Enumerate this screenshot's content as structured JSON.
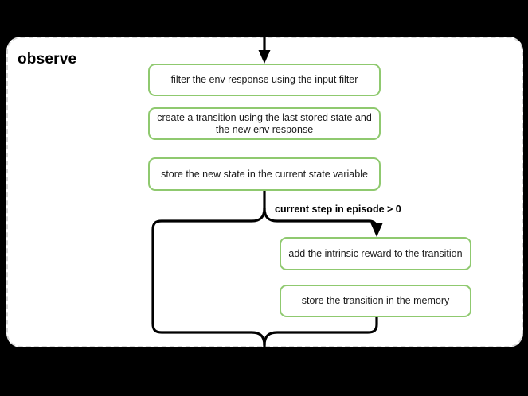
{
  "diagram": {
    "title": "observe",
    "background_color": "#000000",
    "container": {
      "label": "observe",
      "border_style": "dashed",
      "border_color": "#d8d8d8",
      "fill_color": "#ffffff"
    },
    "accent_color": "#8fc96f",
    "line_color": "#000000",
    "nodes": [
      {
        "id": "filter",
        "label": "filter the env response using the input filter"
      },
      {
        "id": "create",
        "label": "create a transition using the last stored state and the new env response"
      },
      {
        "id": "store_state",
        "label": "store the new state in the current state variable"
      },
      {
        "id": "intrinsic",
        "label": "add the intrinsic reward to the transition"
      },
      {
        "id": "store_memory",
        "label": "store the transition in the memory"
      }
    ],
    "edges": [
      {
        "from": "entry",
        "to": "filter",
        "label": ""
      },
      {
        "from": "store_state",
        "to": "intrinsic",
        "label": "current step in episode > 0"
      },
      {
        "from": "store_state",
        "to": "merge",
        "label": ""
      },
      {
        "from": "store_memory",
        "to": "merge",
        "label": ""
      },
      {
        "from": "merge",
        "to": "exit",
        "label": ""
      }
    ],
    "branch_label": "current step in episode > 0"
  }
}
